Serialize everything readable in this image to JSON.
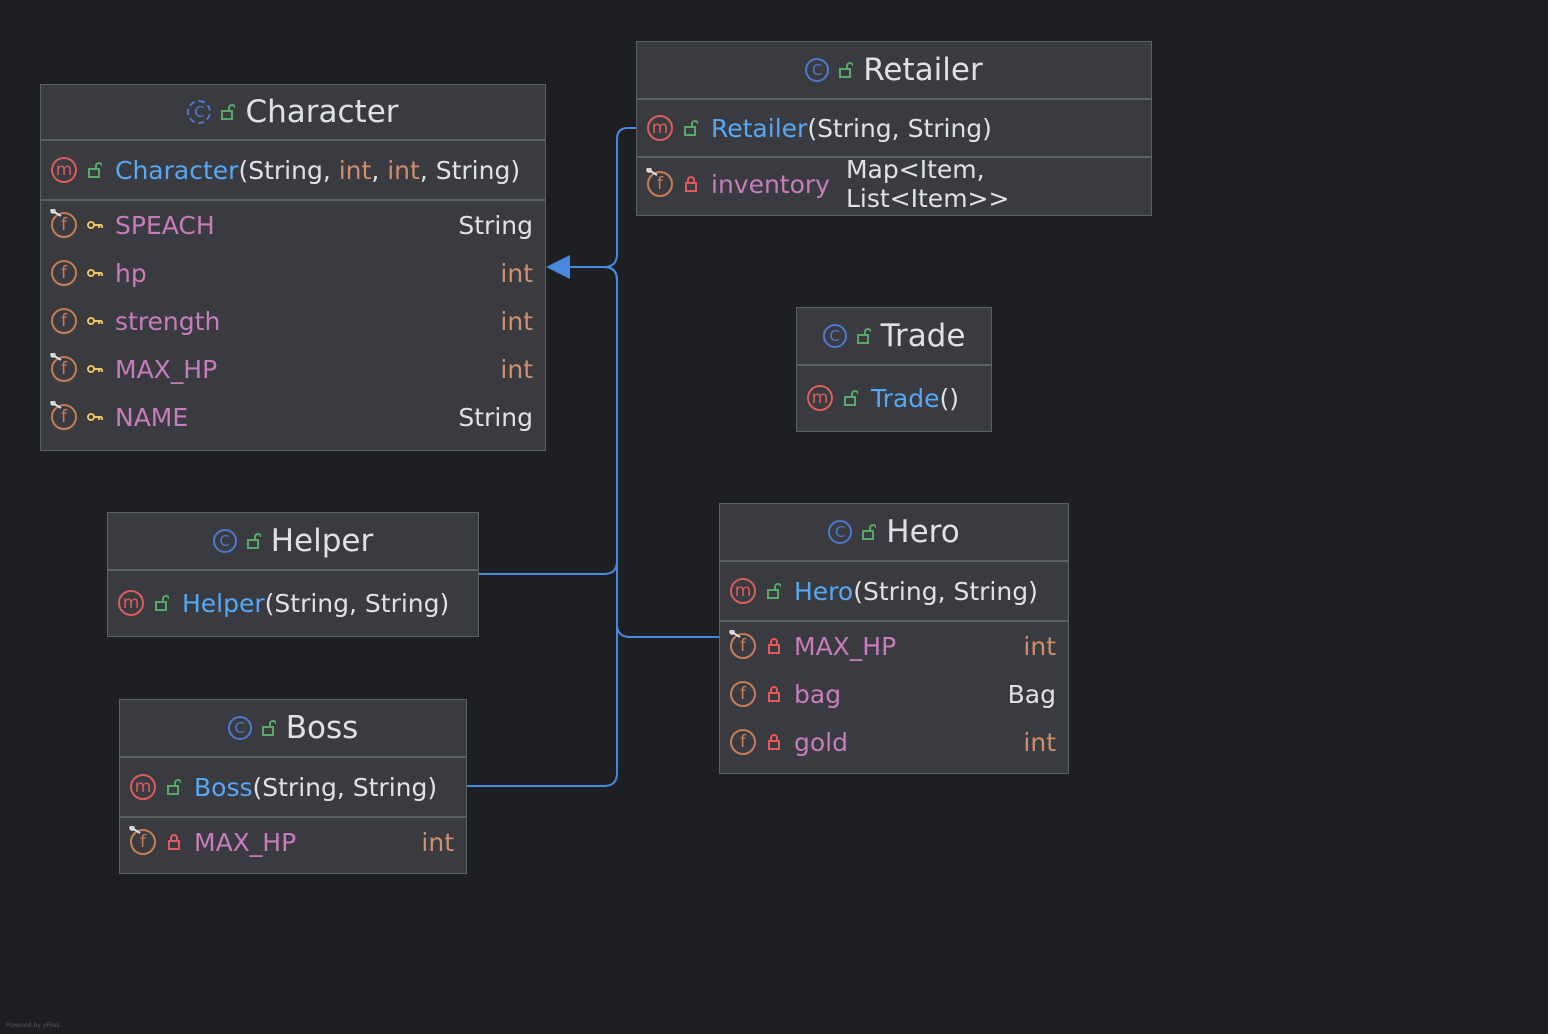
{
  "diagram": {
    "classes": {
      "character": {
        "title": "Character",
        "constructor": {
          "name": "Character",
          "open": "(",
          "p1": "String",
          "c1": ", ",
          "p2": "int",
          "c2": ", ",
          "p3": "int",
          "c3": ", ",
          "p4": "String",
          "close": ")"
        },
        "fields": [
          {
            "name": "SPEACH",
            "type": "String"
          },
          {
            "name": "hp",
            "type": "int"
          },
          {
            "name": "strength",
            "type": "int"
          },
          {
            "name": "MAX_HP",
            "type": "int"
          },
          {
            "name": "NAME",
            "type": "String"
          }
        ]
      },
      "retailer": {
        "title": "Retailer",
        "constructor": {
          "name": "Retailer",
          "args": "(String, String)"
        },
        "fields": [
          {
            "name": "inventory",
            "type": "Map<Item, List<Item>>"
          }
        ]
      },
      "trade": {
        "title": "Trade",
        "constructor": {
          "name": "Trade",
          "args": "()"
        }
      },
      "helper": {
        "title": "Helper",
        "constructor": {
          "name": "Helper",
          "args": "(String, String)"
        }
      },
      "hero": {
        "title": "Hero",
        "constructor": {
          "name": "Hero",
          "args": "(String, String)"
        },
        "fields": [
          {
            "name": "MAX_HP",
            "type": "int"
          },
          {
            "name": "bag",
            "type": "Bag"
          },
          {
            "name": "gold",
            "type": "int"
          }
        ]
      },
      "boss": {
        "title": "Boss",
        "constructor": {
          "name": "Boss",
          "args": "(String, String)"
        },
        "fields": [
          {
            "name": "MAX_HP",
            "type": "int"
          }
        ]
      }
    },
    "icons": {
      "class": "class-icon",
      "method": "method-icon",
      "field": "field-icon",
      "public": "open-lock-icon",
      "private": "lock-icon",
      "protected": "key-icon",
      "final": "pin-icon"
    },
    "colors": {
      "background": "#1e1f22",
      "box": "#393b40",
      "border": "#5c5f66",
      "edge": "#4a88e0",
      "method_name": "#56a8f5",
      "field_name": "#c77dbb",
      "keyword": "#cf8e6d"
    },
    "credit": "Powered by yFiles"
  }
}
